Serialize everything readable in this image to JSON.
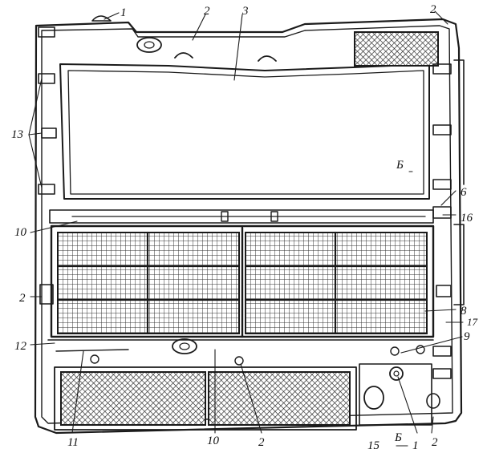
{
  "figure": {
    "callouts": [
      "1",
      "2",
      "3",
      "2",
      "13",
      "Б",
      "6",
      "16",
      "10",
      "2",
      "8",
      "17",
      "12",
      "9",
      "11",
      "10",
      "2",
      "15",
      "Б",
      "1",
      "2"
    ]
  }
}
